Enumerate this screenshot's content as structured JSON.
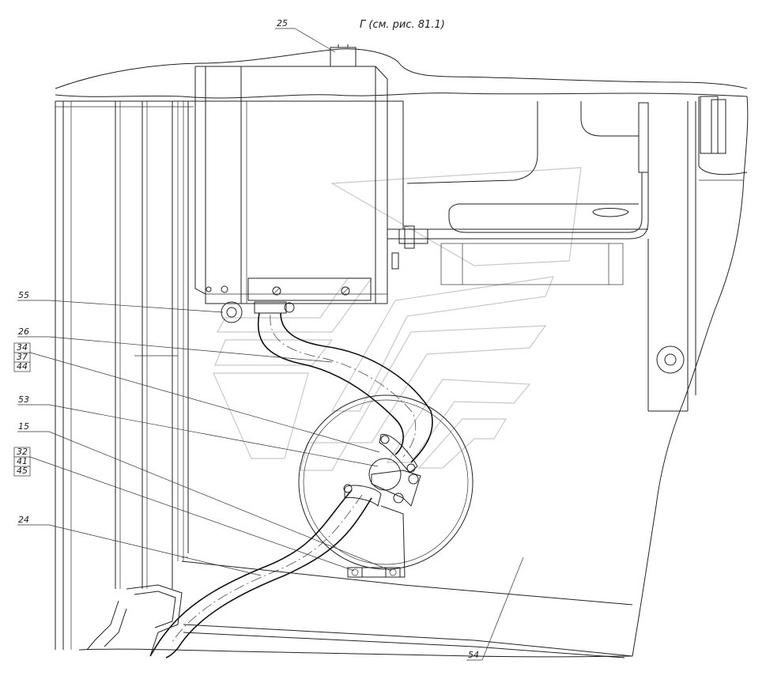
{
  "view_title": "Г (см. рис. 81.1)",
  "callouts": {
    "c25": "25",
    "c55": "55",
    "c26": "26",
    "c34": "34",
    "c37": "37",
    "c44": "44",
    "c53": "53",
    "c15": "15",
    "c32": "32",
    "c41": "41",
    "c45": "45",
    "c24": "24",
    "c54": "54"
  },
  "colors": {
    "line": "#222222",
    "watermark": "#c8c8c8",
    "background": "#ffffff"
  }
}
